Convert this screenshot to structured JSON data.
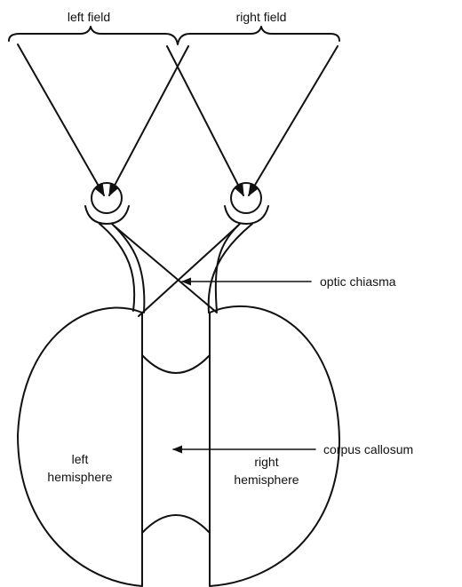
{
  "labels": {
    "left_field": "left field",
    "right_field": "right field",
    "optic_chiasma": "optic chiasma",
    "corpus_callosum": "corpus callosum",
    "left_hemisphere_line1": "left",
    "left_hemisphere_line2": "hemisphere",
    "right_hemisphere_line1": "right",
    "right_hemisphere_line2": "hemisphere"
  },
  "colors": {
    "line": "#111111",
    "background": "#ffffff"
  }
}
